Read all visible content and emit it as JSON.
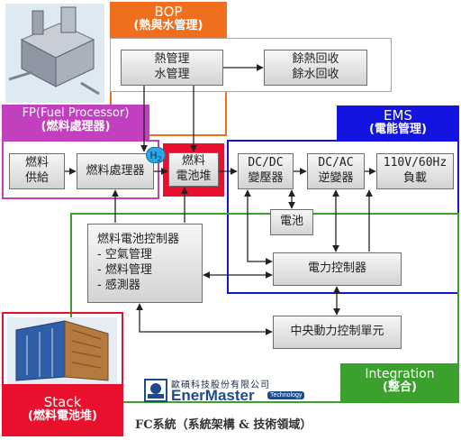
{
  "bop": {
    "title": "BOP",
    "subtitle": "(熱與水管理)",
    "box_left": [
      "熱管理",
      "水管理"
    ],
    "box_right": [
      "餘熱回收",
      "餘水回收"
    ]
  },
  "fp": {
    "title": "FP(Fuel Processor)",
    "subtitle": "(燃料處理器)",
    "supply": [
      "燃料",
      "供給"
    ],
    "processor": "燃料處理器"
  },
  "h2_label": "H2",
  "stack_box": [
    "燃料",
    "電池堆"
  ],
  "ems": {
    "title": "EMS",
    "subtitle": "(電能管理)",
    "dcdc": [
      "DC/DC",
      "變壓器"
    ],
    "dcac": [
      "DC/AC",
      "逆變器"
    ],
    "output": [
      "110V/60Hz",
      "負載"
    ],
    "battery": "電池",
    "power_controller": "電力控制器"
  },
  "controller": {
    "title": "燃料電池控制器",
    "items": [
      "- 空氣管理",
      "- 燃料管理",
      "- 感測器"
    ]
  },
  "central": "中央動力控制單元",
  "integration": {
    "title": "Integration",
    "subtitle": "(整合)"
  },
  "stack": {
    "title": "Stack",
    "subtitle": "(燃料電池堆)"
  },
  "company": {
    "name_cn": "歐碩科技股份有限公司",
    "brand": "EnerMaster",
    "tag": "Technology"
  },
  "caption": "FC系統（系統架構 & 技術領域）",
  "colors": {
    "bop": "#f06f1e",
    "fp": "#c23fc0",
    "stack": "#e8102c",
    "ems": "#1414e0",
    "integration": "#3aa12d",
    "brand": "#1b4c8e"
  }
}
